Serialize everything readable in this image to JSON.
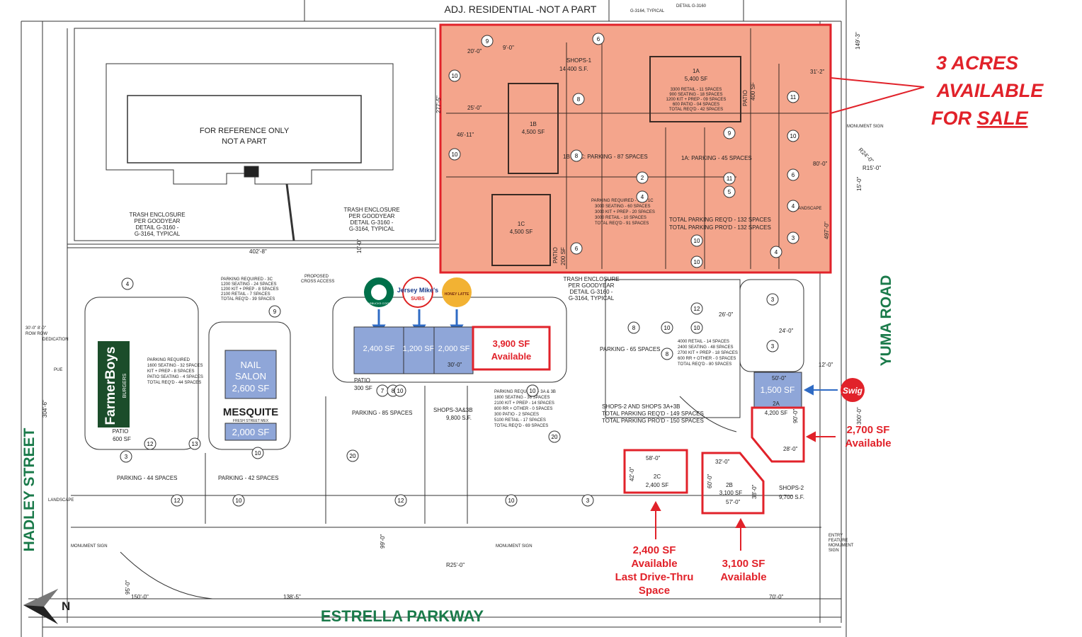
{
  "header": {
    "adjacent_label": "ADJ. RESIDENTIAL -NOT A PART",
    "detail_ref": "DETAIL G-3160",
    "detail_ref2": "G-3164, TYPICAL"
  },
  "callouts": {
    "acres_line1": "3 ACRES",
    "acres_line2": "AVAILABLE",
    "acres_line3_prefix": "FOR ",
    "acres_line3_underlined": "SALE",
    "shop_3900_line1": "3,900 SF",
    "shop_3900_line2": "Available",
    "shop_2700_line1": "2,700 SF",
    "shop_2700_line2": "Available",
    "shop_2400_line1": "2,400 SF",
    "shop_2400_line2": "Available",
    "shop_2400_line3": "Last Drive-Thru",
    "shop_2400_line4": "Space",
    "shop_3100_line1": "3,100 SF",
    "shop_3100_line2": "Available"
  },
  "streets": {
    "west": "HADLEY STREET",
    "south": "ESTRELLA PARKWAY",
    "east": "YUMA ROAD"
  },
  "reference_building": {
    "line1": "FOR REFERENCE ONLY",
    "line2": "NOT A PART"
  },
  "trash_enclosures": {
    "left": [
      "TRASH ENCLOSURE",
      "PER GOODYEAR",
      "DETAIL G-3160 -",
      "G-3164, TYPICAL"
    ],
    "center": [
      "TRASH ENCLOSURE",
      "PER GOODYEAR",
      "DETAIL G-3160 -",
      "G-3164, TYPICAL"
    ],
    "right": [
      "TRASH ENCLOSURE",
      "PER GOODYEAR",
      "DETAIL G-3160 -",
      "G-3164, TYPICAL"
    ]
  },
  "pads": {
    "shops1": {
      "name": "SHOPS-1",
      "area": "14,400 S.F."
    },
    "1a": {
      "name": "1A",
      "area": "5,400 SF",
      "patio": "PATIO",
      "patio_area": "400 SF",
      "notes": [
        "3300 RETAIL - 11 SPACES",
        "900 SEATING - 18 SPACES",
        "1200 KIT + PREP - 09 SPACES",
        "600 PATIO - 04 SPACES",
        "TOTAL REQ'D - 42 SPACES"
      ]
    },
    "1b": {
      "name": "1B",
      "area": "4,500 SF"
    },
    "1c": {
      "name": "1C",
      "area": "4,500 SF"
    },
    "patio_1c": {
      "label": "PATIO",
      "area": "200 SF"
    },
    "parking_1b1c": "1B & 1C: PARKING - 87 SPACES",
    "parking_1a": "1A: PARKING - 45 SPACES",
    "parking_notes_1b1c": [
      "PARKING REQUIRED - 1B & 1C",
      "3000 SEATING - 60 SPACES",
      "3000 KIT + PREP - 20 SPACES",
      "3000 RETAIL - 10 SPACES",
      "TOTAL REQ'D - 91 SPACES"
    ],
    "total_shops1": [
      "TOTAL PARKING REQ'D - 132 SPACES",
      "TOTAL PARKING PRO'D - 132 SPACES"
    ],
    "nail": {
      "line1": "NAIL",
      "line2": "SALON",
      "area": "2,600 SF"
    },
    "mesquite": {
      "name": "MESQUITE",
      "tagline": "FRESH STREET MEX",
      "area": "2,000 SF"
    },
    "farmer_boys": {
      "name": "FarmerBoys",
      "tagline": "BURGERS",
      "patio": "PATIO",
      "patio_area": "600 SF"
    },
    "parking_3c": [
      "PARKING REQUIRED - 3C",
      "1200 SEATING - 24 SPACES",
      "1200 KIT + PREP - 8 SPACES",
      "2100 RETAIL - 7 SPACES",
      "TOTAL REQ'D - 39 SPACES"
    ],
    "parking_fb": [
      "PARKING REQUIRED",
      "1600 SEATING - 32 SPACES",
      "KIT + PREP - 8 SPACES",
      "PATIO SEATING - 4 SPACES",
      "TOTAL REQ'D - 44 SPACES"
    ],
    "shops3": {
      "name": "SHOPS-3A&3B",
      "area": "9,800 S.F.",
      "patio": "PATIO",
      "patio_area": "300 SF",
      "units": [
        "2,400 SF",
        "1,200 SF",
        "2,000 SF"
      ],
      "notes": [
        "PARKING REQUIRED - 3A & 3B",
        "1800 SEATING - 36 SPACES",
        "2100 KIT + PREP - 14 SPACES",
        "800 RR + OTHER - 0 SPACES",
        "300 PATIO - 2 SPACES",
        "5100 RETAIL - 17 SPACES",
        "TOTAL REQ'D - 69 SPACES"
      ]
    },
    "shops2": {
      "name": "SHOPS-2",
      "area": "9,700 S.F.",
      "notes": [
        "4000 RETAIL - 14 SPACES",
        "2400 SEATING - 48 SPACES",
        "2700 KIT + PREP - 18 SPACES",
        "600 RR + OTHER - 0 SPACES",
        "TOTAL REQ'D - 80 SPACES"
      ]
    },
    "2a": {
      "name": "2A",
      "area": "4,200 SF",
      "unit": "1,500 SF"
    },
    "2b": {
      "name": "2B",
      "area": "3,100 SF"
    },
    "2c": {
      "name": "2C",
      "area": "2,400 SF"
    },
    "totals_2_3": [
      "SHOPS-2 AND SHOPS 3A+3B",
      "TOTAL PARKING REQ'D - 149 SPACES",
      "TOTAL PARKING PRO'D - 150 SPACES"
    ]
  },
  "parking_labels": {
    "p44": "PARKING - 44 SPACES",
    "p42": "PARKING - 42 SPACES",
    "p85": "PARKING - 85 SPACES",
    "p65": "PARKING - 65 SPACES"
  },
  "misc_labels": {
    "monument_sign": "MONUMENT SIGN",
    "entry_feature": [
      "ENTRY",
      "FEATURE",
      "MONUMENT",
      "SIGN"
    ],
    "proposed_cross": [
      "PROPOSED",
      "CROSS ACCESS"
    ],
    "landscape": "LANDSCAPE",
    "row_dedication": [
      "30'-0\"  8'-0\"",
      "ROW  ROW",
      "DEDICATION"
    ],
    "pue": "PUE",
    "north": "N"
  },
  "dimensions": [
    "402'-8\"",
    "304'-6\"",
    "277'-5\"",
    "149'-3\"",
    "497'-0\"",
    "300'-0\"",
    "150'-0\"",
    "138'-5\"",
    "70'-0\"",
    "95'-0\"",
    "99'-0\"",
    "R25'-0\"",
    "R15'-0\"",
    "R24'-0\"",
    "20'-0\"",
    "25'-0\"",
    "9'-0\"",
    "30'-0\"",
    "26'-0\"",
    "24'-0\"",
    "12'-0\"",
    "50'-0\"",
    "58'-0\"",
    "42'-0\"",
    "57'-0\"",
    "38'-0\"",
    "60'-0\"",
    "32'-0\"",
    "28'-0\"",
    "90'-0\"",
    "46'-11\"",
    "31'-2\"",
    "80'-0\"",
    "15'-0\"",
    "10'-0\""
  ],
  "stall_counts": [
    "9",
    "6",
    "8",
    "10",
    "10",
    "6",
    "8",
    "9",
    "2",
    "4",
    "5",
    "11",
    "11",
    "10",
    "10",
    "10",
    "6",
    "4",
    "3",
    "4",
    "9",
    "4",
    "3",
    "12",
    "13",
    "7",
    "8",
    "10",
    "5",
    "10",
    "10",
    "12",
    "20",
    "20",
    "12",
    "10",
    "12",
    "3",
    "10",
    "8",
    "3",
    "3",
    "10",
    "10",
    "8"
  ],
  "brands": {
    "starbucks": "STARBUCKS COFFEE",
    "jersey_mikes": "Jersey Mike's",
    "jersey_subs": "SUBS",
    "honey": "HONEY LATTE",
    "swig": "Swig"
  },
  "colors": {
    "acres_fill": "#f4a58c",
    "acres_stroke": "#e1222a",
    "shop_blue": "#8fa6d8",
    "street_green": "#1a7a4a",
    "callout_red": "#e1222a",
    "arrow_blue": "#2f6bc4"
  }
}
